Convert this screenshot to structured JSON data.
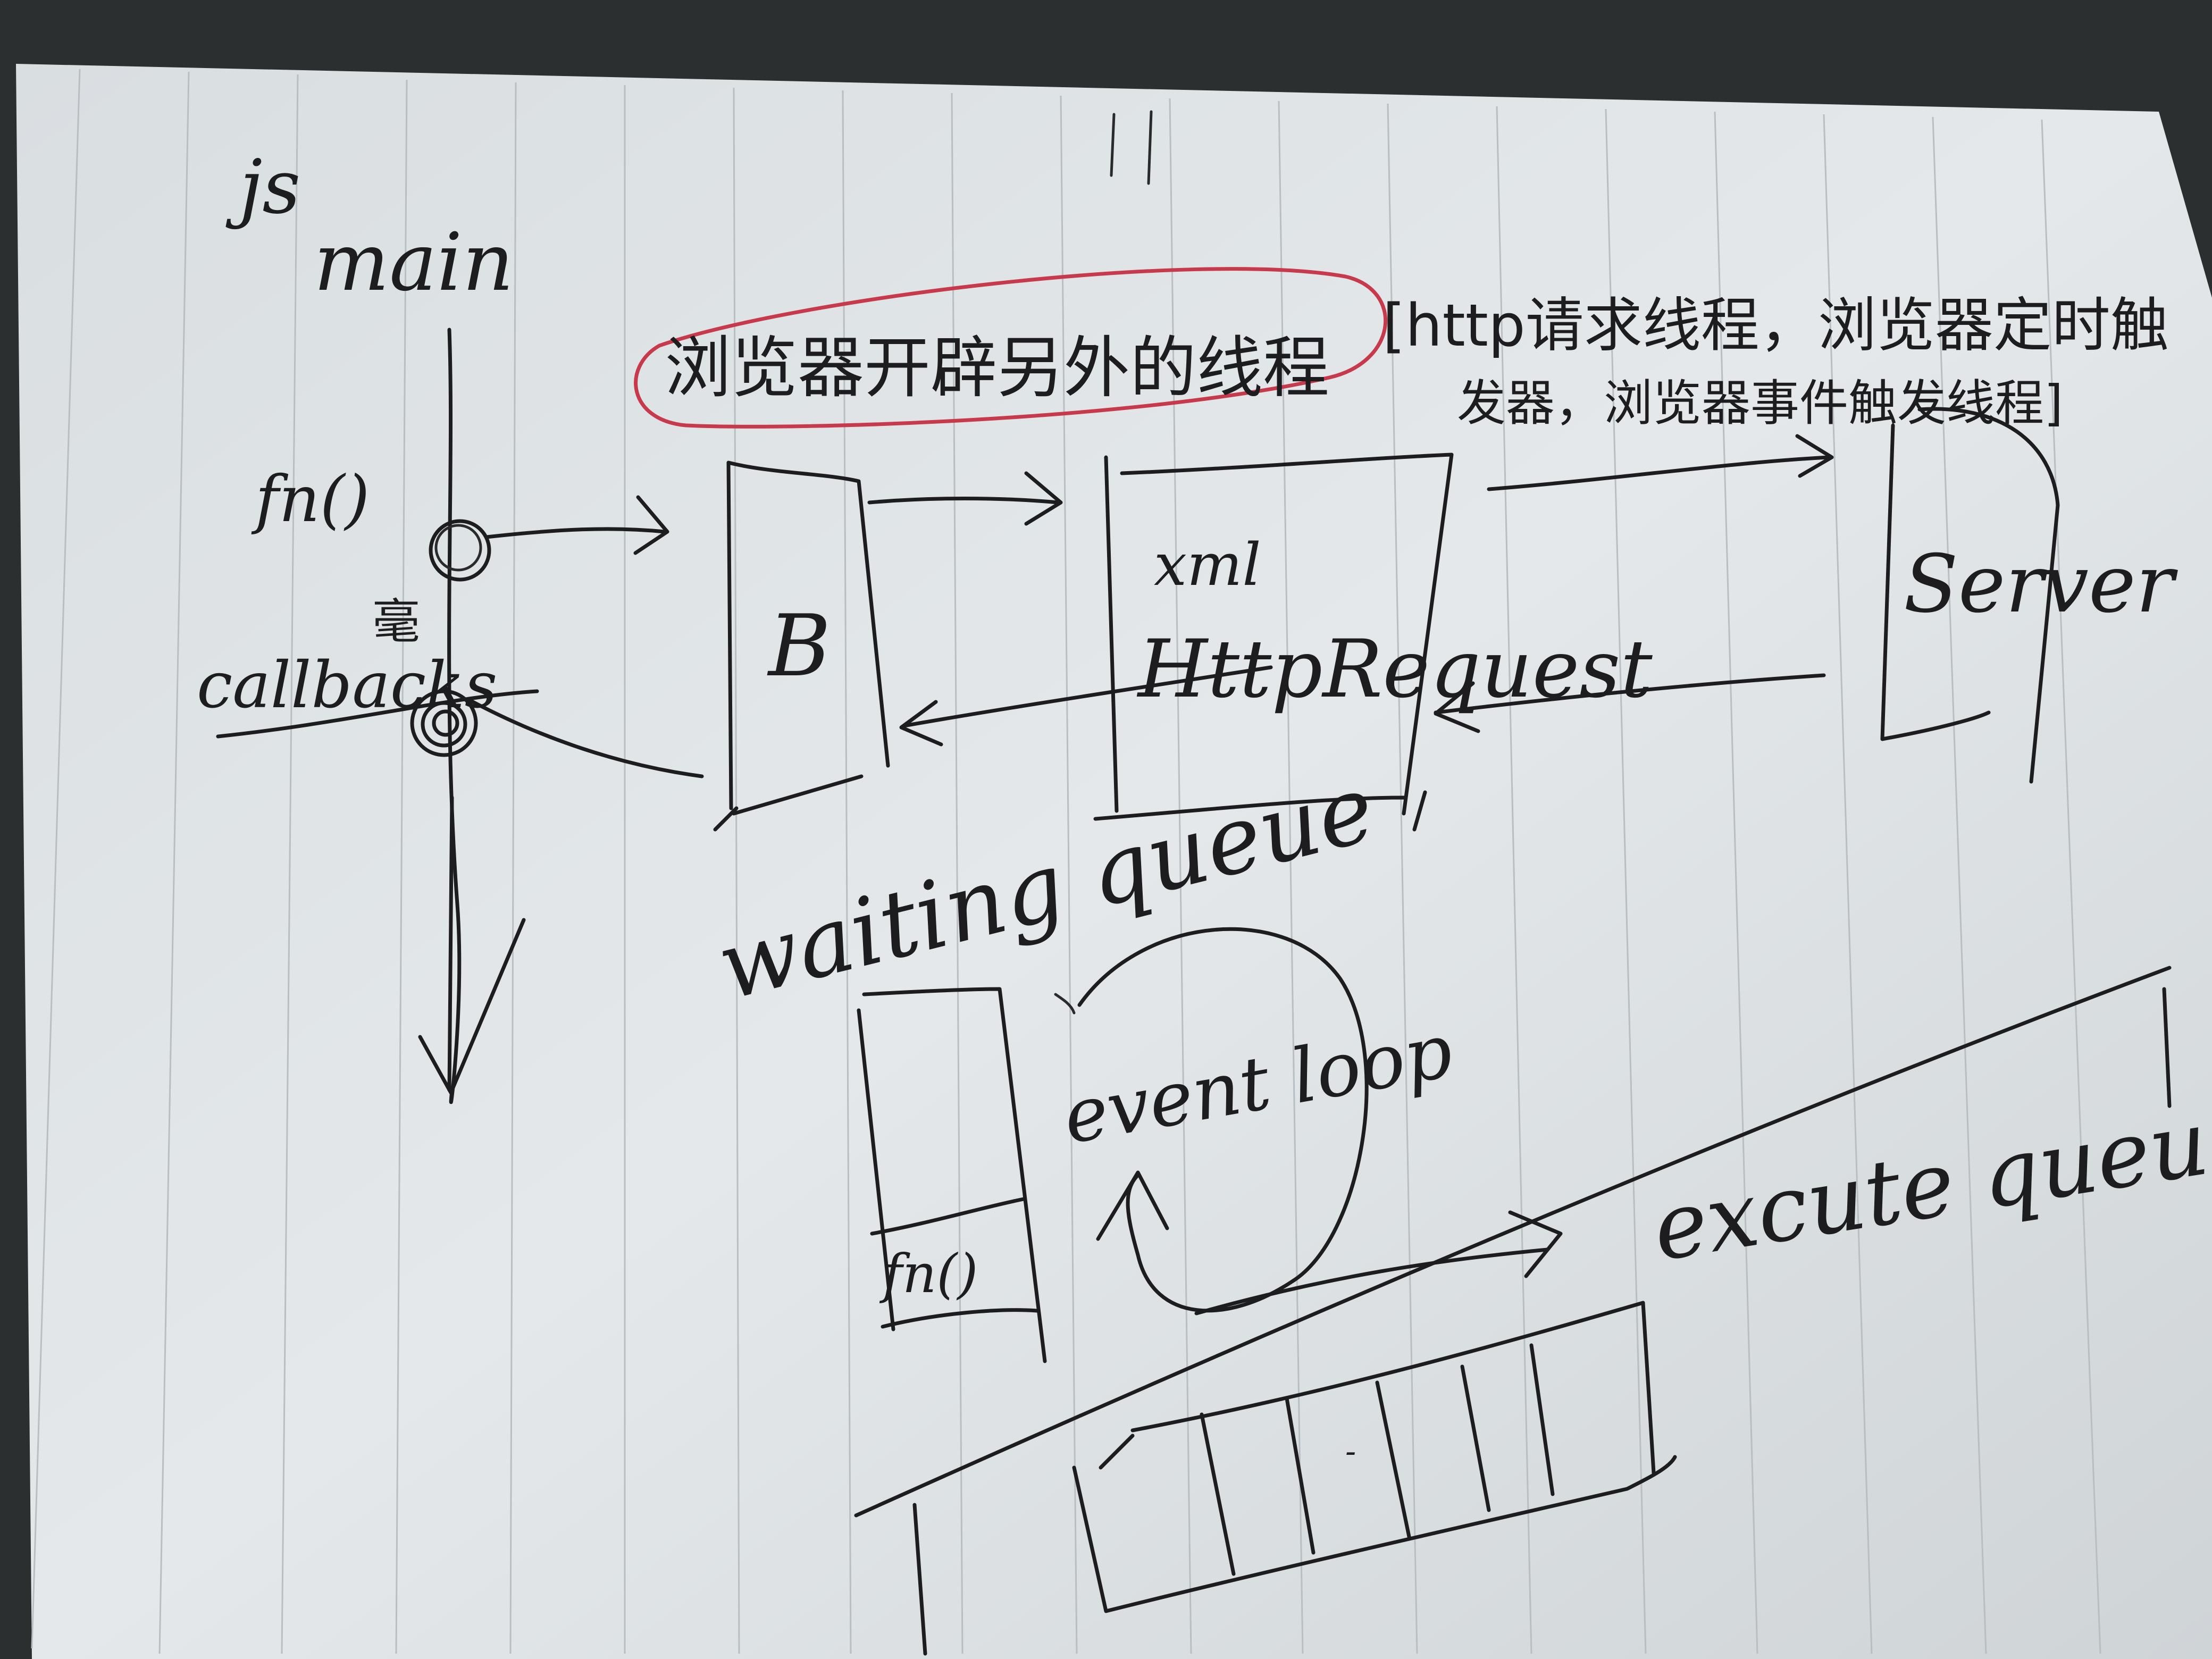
{
  "labels": {
    "js": "js",
    "main": "main",
    "fn": "fn()",
    "callback_cn": "毫",
    "callback": "callbacks",
    "browser": "B",
    "xml": "xml",
    "httprequest": "HttpRequest",
    "server": "Server",
    "browser_threads": "浏览器开辟另外的线程",
    "threads_note_line1": "[http请求线程，浏览器定时触",
    "threads_note_line2": "发器，浏览器事件触发线程]",
    "waiting_queue": "waiting queue",
    "event_loop": "event loop",
    "fn_in_queue": "fn()",
    "excute_queue": "excute queue"
  },
  "colors": {
    "paper": "#dfe3e5",
    "ink": "#1d1d1f",
    "highlight": "#c63a4c",
    "rule": "#b9bec3"
  }
}
